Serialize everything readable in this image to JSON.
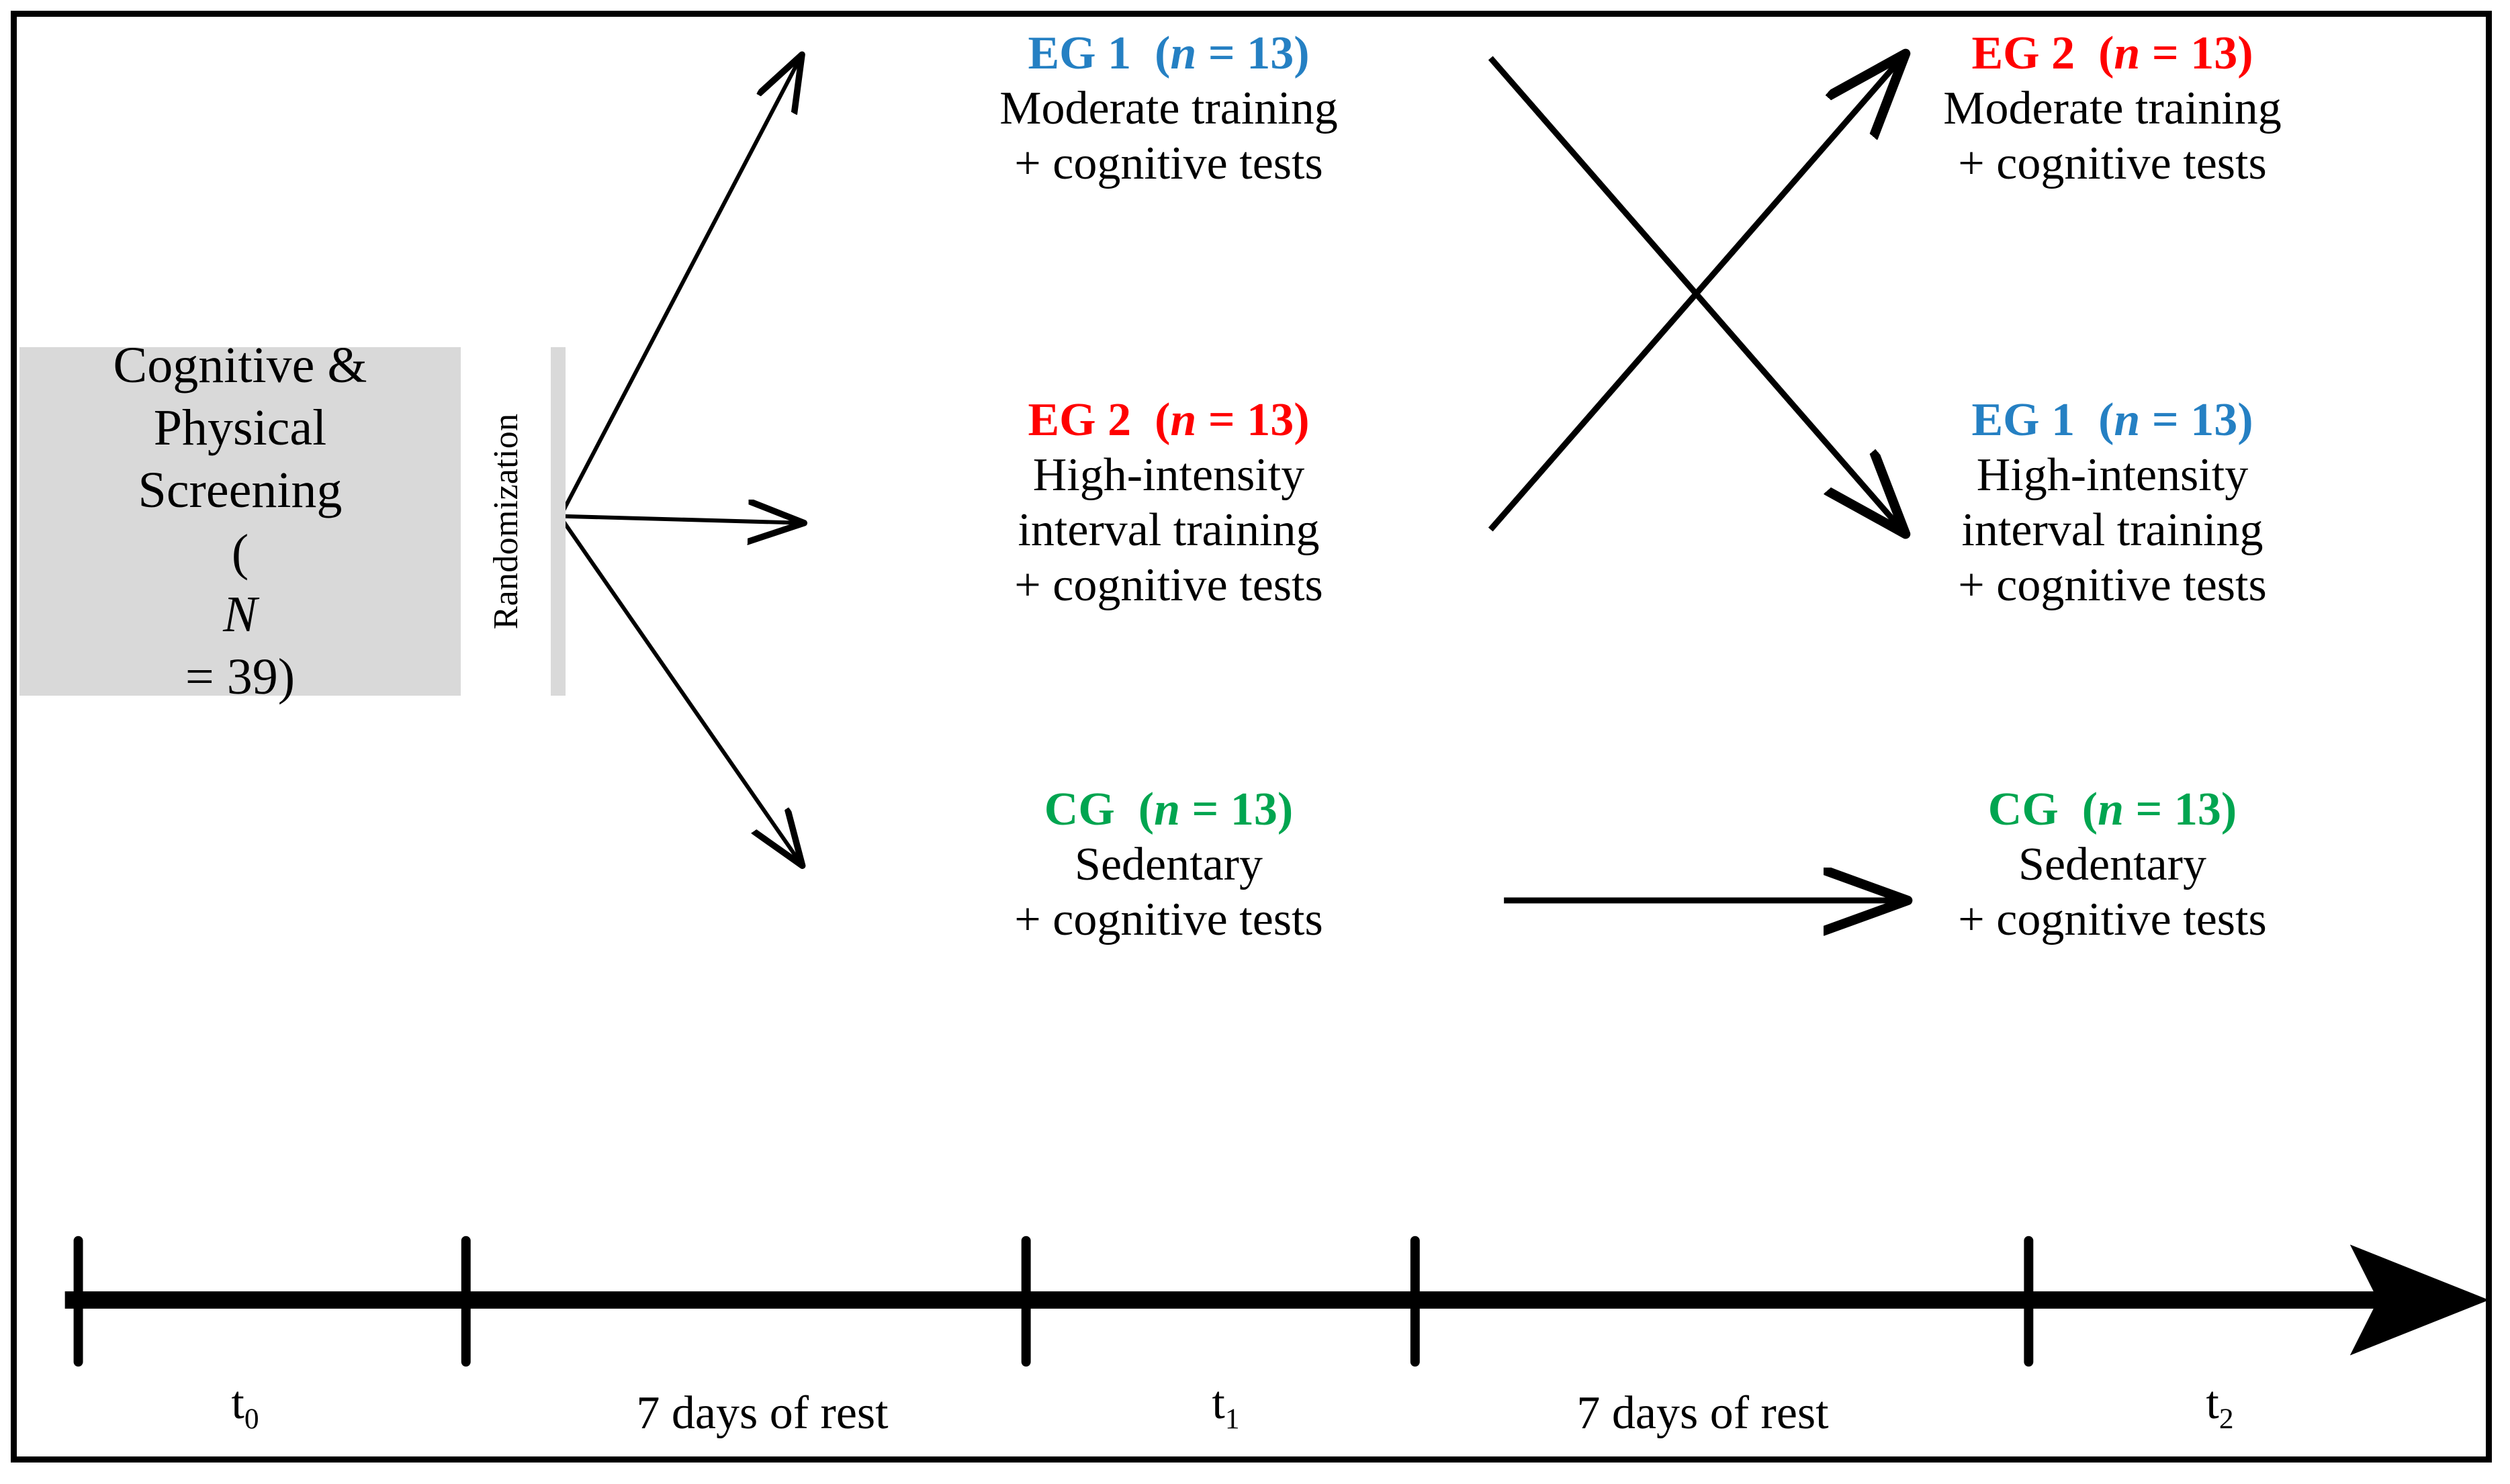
{
  "figure": {
    "type": "study-design-flowchart",
    "screening": {
      "lines": [
        "Cognitive &",
        "Physical",
        "Screening"
      ],
      "n_label_prefix": "(",
      "n_label_italic": "N",
      "n_label_suffix": " = 39)"
    },
    "randomization": {
      "label": "Randomization"
    },
    "colors": {
      "eg1": "#2580C3",
      "eg2": "#FF0000",
      "cg": "#00A550",
      "screening_box": "#d9d9d9",
      "randomization_bar": "#d9d9d9",
      "frame": "#000000",
      "text": "#000000"
    },
    "groups": {
      "t1_top": {
        "header_name": "EG 1",
        "header_n": "(n = 13)",
        "header_n_italic": "n",
        "header_n_rest": " = 13)",
        "color_key": "eg1",
        "lines": [
          "Moderate training",
          "+ cognitive tests"
        ]
      },
      "t1_middle": {
        "header_name": "EG 2",
        "header_n_italic": "n",
        "header_n_rest": " = 13)",
        "color_key": "eg2",
        "lines": [
          "High-intensity",
          "interval training",
          "+ cognitive tests"
        ]
      },
      "t1_bottom": {
        "header_name": "CG",
        "header_n_italic": "n",
        "header_n_rest": " = 13)",
        "color_key": "cg",
        "lines": [
          "Sedentary",
          "+ cognitive tests"
        ]
      },
      "t2_top": {
        "header_name": "EG 2",
        "header_n_italic": "n",
        "header_n_rest": " = 13)",
        "color_key": "eg2",
        "lines": [
          "Moderate training",
          "+ cognitive tests"
        ]
      },
      "t2_middle": {
        "header_name": "EG 1",
        "header_n_italic": "n",
        "header_n_rest": " = 13)",
        "color_key": "eg1",
        "lines": [
          "High-intensity",
          "interval training",
          "+ cognitive tests"
        ]
      },
      "t2_bottom": {
        "header_name": "CG",
        "header_n_italic": "n",
        "header_n_rest": " = 13)",
        "color_key": "cg",
        "lines": [
          "Sedentary",
          "+ cognitive tests"
        ]
      }
    },
    "timeline": {
      "tick_labels": [
        "t0",
        "t1",
        "t2"
      ],
      "tick_label_base": [
        "t",
        "t",
        "t"
      ],
      "tick_label_sub": [
        "0",
        "1",
        "2"
      ],
      "interval_labels": [
        "7 days of rest",
        "7 days of rest"
      ],
      "tick_count": 5,
      "arrow_direction": "right"
    }
  }
}
